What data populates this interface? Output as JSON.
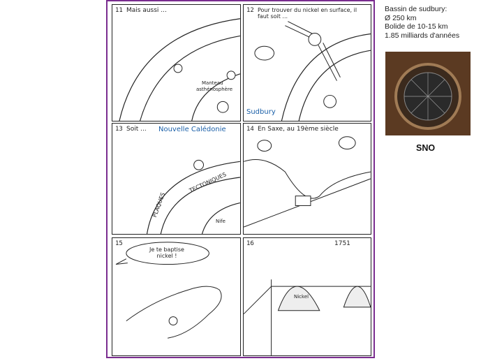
{
  "panels": [
    {
      "num": "11",
      "caption": "Mais aussi ...",
      "labels": [
        "Manteau",
        "asthénosphère"
      ]
    },
    {
      "num": "12",
      "caption": "Pour trouver du nickel en surface, il faut soit ...",
      "place_label": "Sudbury"
    },
    {
      "num": "13",
      "caption": "Soit ...",
      "place_label": "Nouvelle Calédonie",
      "labels": [
        "PLAQUES",
        "TECTONIQUES",
        "Nife"
      ]
    },
    {
      "num": "14",
      "caption": "En Saxe, au 19ème siècle"
    },
    {
      "num": "15",
      "speech": "Je te baptise nickel !"
    },
    {
      "num": "16",
      "caption": "1751",
      "pile_word": "Nickel"
    }
  ],
  "sidebar": {
    "lines": [
      "Bassin de sudbury:",
      "Ø 250 km",
      "Bolide de 10-15 km",
      "1.85 milliards d'années"
    ],
    "photo_caption": "SNO"
  },
  "colors": {
    "frame": "#7a2c8f",
    "place_label": "#1a5fa8"
  }
}
